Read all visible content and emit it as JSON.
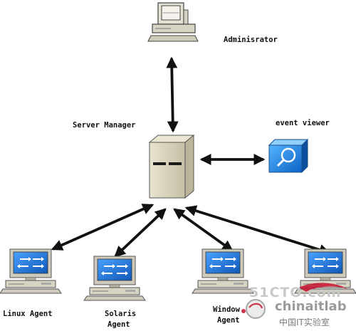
{
  "nodes": {
    "administrator": {
      "label": "Adminisrator"
    },
    "server_manager": {
      "label": "Server Manager"
    },
    "event_viewer": {
      "label": "event viewer"
    },
    "linux_agent": {
      "label": "Linux Agent"
    },
    "solaris_agent": {
      "line1": "Solaris",
      "line2": "Agent"
    },
    "windows_agent": {
      "line1": "Window",
      "line2": "Agent"
    },
    "watermark": {
      "site": "51CTO.com",
      "brand": "chinaitlab",
      "caption": "中国IT实验室"
    }
  },
  "colors": {
    "arrow": "#111111",
    "monitor_screen": "#1e6ccc",
    "event_viewer": "#1f7fd8",
    "server_body": "#dcd6c0",
    "computer_body": "#d8d4c4",
    "watermark_logo": "#c8102e"
  },
  "icons": {
    "administrator": "desktop-computer-icon",
    "server_manager": "server-tower-icon",
    "event_viewer": "magnifier-icon",
    "agents": "network-computer-icon"
  }
}
